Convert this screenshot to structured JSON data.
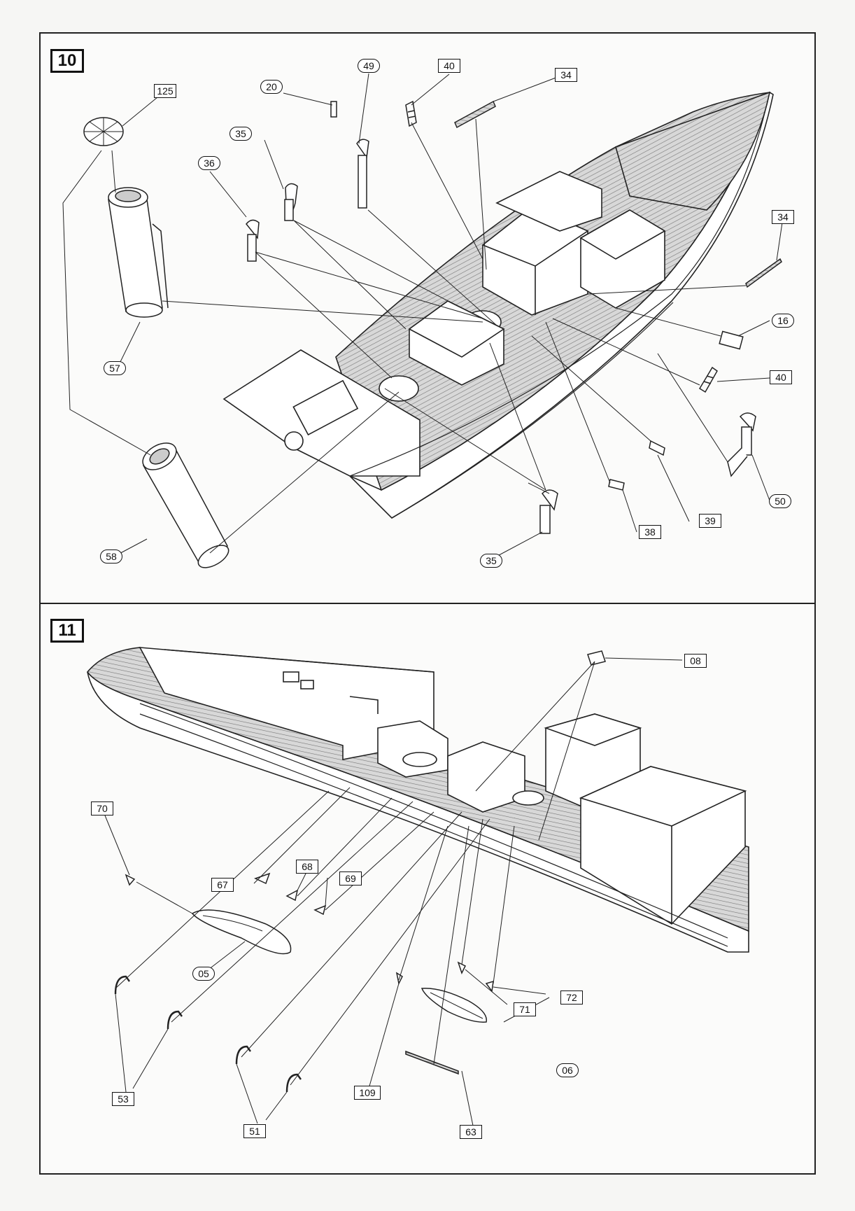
{
  "steps": [
    {
      "number": "10",
      "callouts": [
        {
          "id": "c10-125",
          "label": "125",
          "shape": "box"
        },
        {
          "id": "c10-20",
          "label": "20",
          "shape": "circle"
        },
        {
          "id": "c10-49",
          "label": "49",
          "shape": "circle"
        },
        {
          "id": "c10-40a",
          "label": "40",
          "shape": "box"
        },
        {
          "id": "c10-34a",
          "label": "34",
          "shape": "box"
        },
        {
          "id": "c10-35a",
          "label": "35",
          "shape": "circle"
        },
        {
          "id": "c10-36",
          "label": "36",
          "shape": "circle"
        },
        {
          "id": "c10-34b",
          "label": "34",
          "shape": "box"
        },
        {
          "id": "c10-16",
          "label": "16",
          "shape": "circle"
        },
        {
          "id": "c10-40b",
          "label": "40",
          "shape": "box"
        },
        {
          "id": "c10-57",
          "label": "57",
          "shape": "circle"
        },
        {
          "id": "c10-50",
          "label": "50",
          "shape": "circle"
        },
        {
          "id": "c10-39",
          "label": "39",
          "shape": "box"
        },
        {
          "id": "c10-38",
          "label": "38",
          "shape": "box"
        },
        {
          "id": "c10-58",
          "label": "58",
          "shape": "circle"
        },
        {
          "id": "c10-35b",
          "label": "35",
          "shape": "circle"
        }
      ]
    },
    {
      "number": "11",
      "callouts": [
        {
          "id": "c11-08",
          "label": "08",
          "shape": "box"
        },
        {
          "id": "c11-70",
          "label": "70",
          "shape": "box"
        },
        {
          "id": "c11-68",
          "label": "68",
          "shape": "box"
        },
        {
          "id": "c11-67",
          "label": "67",
          "shape": "box"
        },
        {
          "id": "c11-69",
          "label": "69",
          "shape": "box"
        },
        {
          "id": "c11-05",
          "label": "05",
          "shape": "circle"
        },
        {
          "id": "c11-72",
          "label": "72",
          "shape": "box"
        },
        {
          "id": "c11-71",
          "label": "71",
          "shape": "box"
        },
        {
          "id": "c11-06",
          "label": "06",
          "shape": "circle"
        },
        {
          "id": "c11-53",
          "label": "53",
          "shape": "box"
        },
        {
          "id": "c11-109",
          "label": "109",
          "shape": "box"
        },
        {
          "id": "c11-51",
          "label": "51",
          "shape": "box"
        },
        {
          "id": "c11-63",
          "label": "63",
          "shape": "box"
        }
      ]
    }
  ]
}
